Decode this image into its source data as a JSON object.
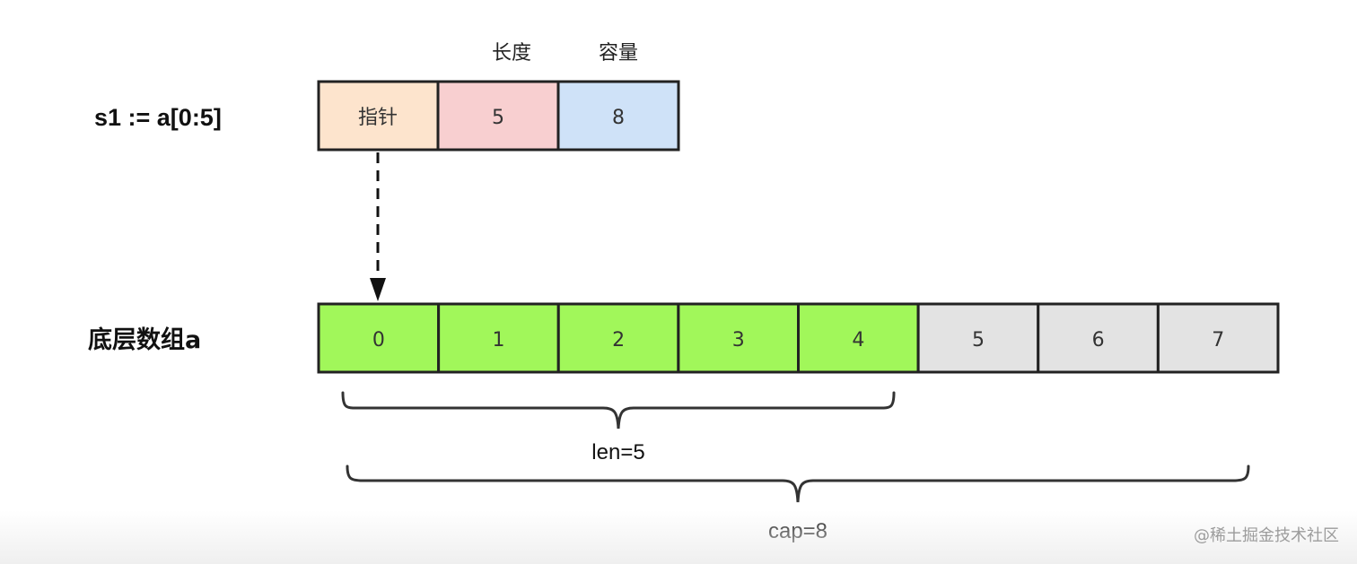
{
  "slice_header": {
    "label": "s1 := a[0:5]",
    "len_header": "长度",
    "cap_header": "容量",
    "cells": [
      {
        "text": "指针",
        "color": "#fde4cd"
      },
      {
        "text": "5",
        "color": "#f8cfd0"
      },
      {
        "text": "8",
        "color": "#cfe2f8"
      }
    ]
  },
  "array": {
    "label": "底层数组a",
    "cells": [
      "0",
      "1",
      "2",
      "3",
      "4",
      "5",
      "6",
      "7"
    ],
    "in_slice_color": "#a1f75a",
    "out_slice_color": "#e3e3e3",
    "slice_length": 5
  },
  "braces": {
    "len_label": "len=5",
    "cap_label": "cap=8"
  },
  "watermark": "@稀土掘金技术社区",
  "colors": {
    "border": "#222222",
    "text": "#333333",
    "label": "#111111"
  }
}
